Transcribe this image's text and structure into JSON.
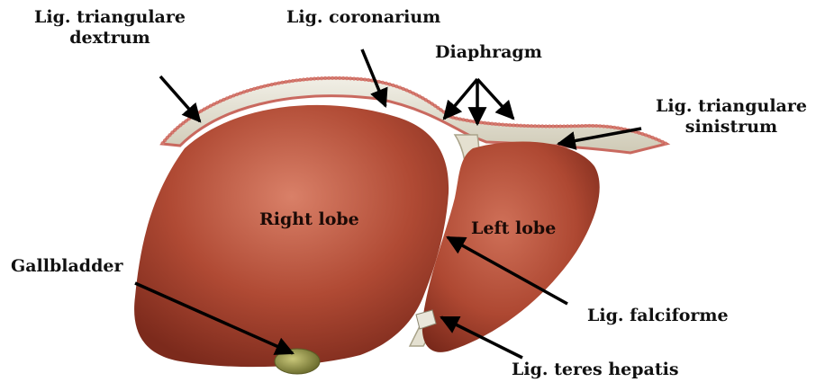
{
  "figure": {
    "labels": {
      "lig_triangulare_dextrum": [
        "Lig. triangulare",
        "dextrum"
      ],
      "lig_coronarium": "Lig. coronarium",
      "diaphragm": "Diaphragm",
      "lig_triangulare_sinistrum": [
        "Lig. triangulare",
        "sinistrum"
      ],
      "right_lobe": "Right lobe",
      "left_lobe": "Left lobe",
      "gallbladder": "Gallbladder",
      "lig_falciforme": "Lig. falciforme",
      "lig_teres_hepatis": "Lig. teres hepatis"
    },
    "colors": {
      "liver": "#b24a34",
      "liver_dark": "#7e2a1c",
      "liver_light": "#d0735a",
      "ligament": "#e6e2d3",
      "diaphragm_edge": "#c9695f",
      "gallbladder": "#9fa04a",
      "arrow": "#000000"
    }
  }
}
